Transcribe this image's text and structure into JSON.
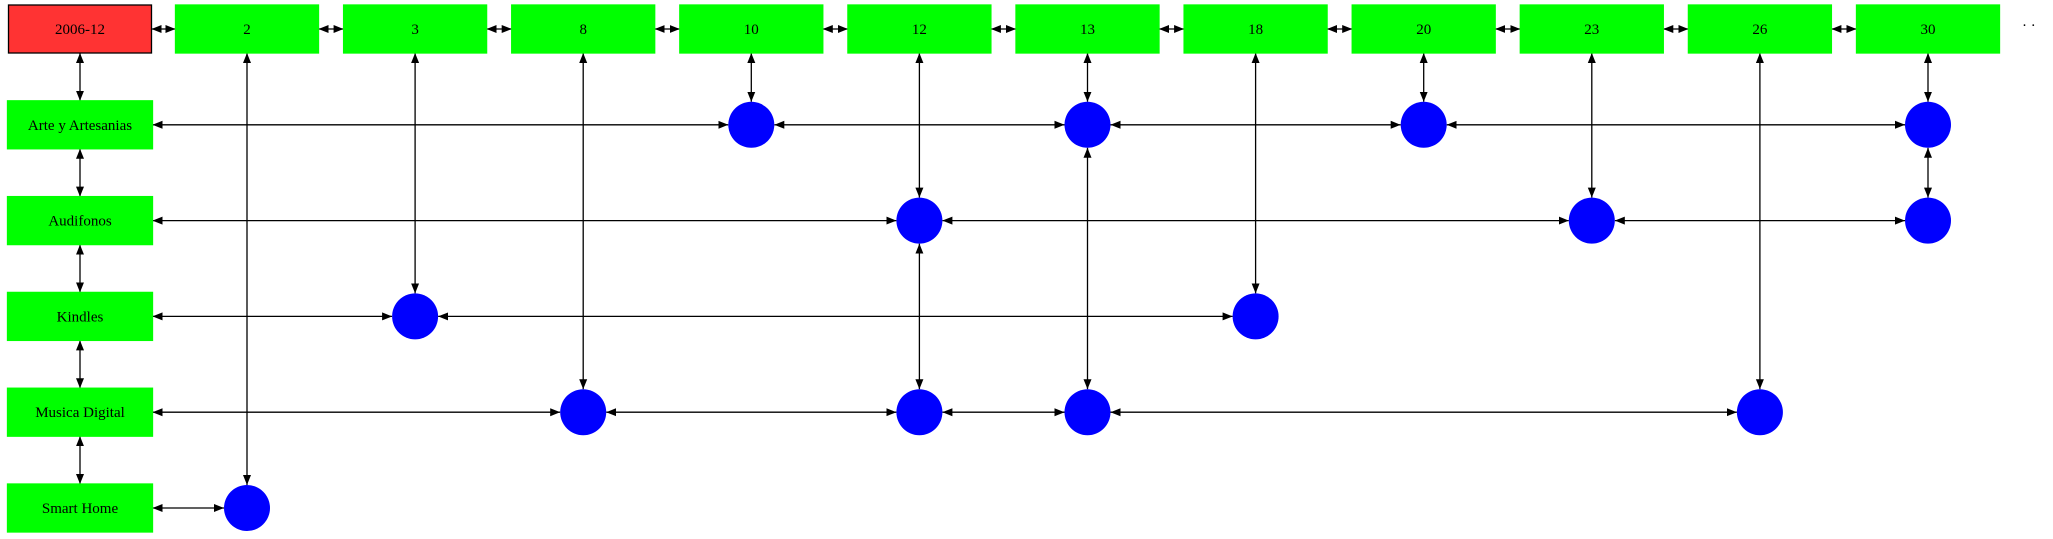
{
  "corner": {
    "label": "2006-12",
    "color": "#ff3333"
  },
  "days": [
    "2",
    "3",
    "8",
    "10",
    "12",
    "13",
    "18",
    "20",
    "23",
    "26",
    "30"
  ],
  "categories": [
    "Arte y Artesanias",
    "Audifonos",
    "Kindles",
    "Musica Digital",
    "Smart Home"
  ],
  "trailing": "· ·",
  "colors": {
    "box": "#00ff00",
    "dot": "#0000ff",
    "line": "#000000"
  },
  "events": [
    {
      "category": "Arte y Artesanias",
      "days": [
        "10",
        "13",
        "20",
        "30"
      ]
    },
    {
      "category": "Audifonos",
      "days": [
        "12",
        "23",
        "30"
      ]
    },
    {
      "category": "Kindles",
      "days": [
        "3",
        "18"
      ]
    },
    {
      "category": "Musica Digital",
      "days": [
        "8",
        "12",
        "13",
        "26"
      ]
    },
    {
      "category": "Smart Home",
      "days": [
        "2"
      ]
    }
  ]
}
